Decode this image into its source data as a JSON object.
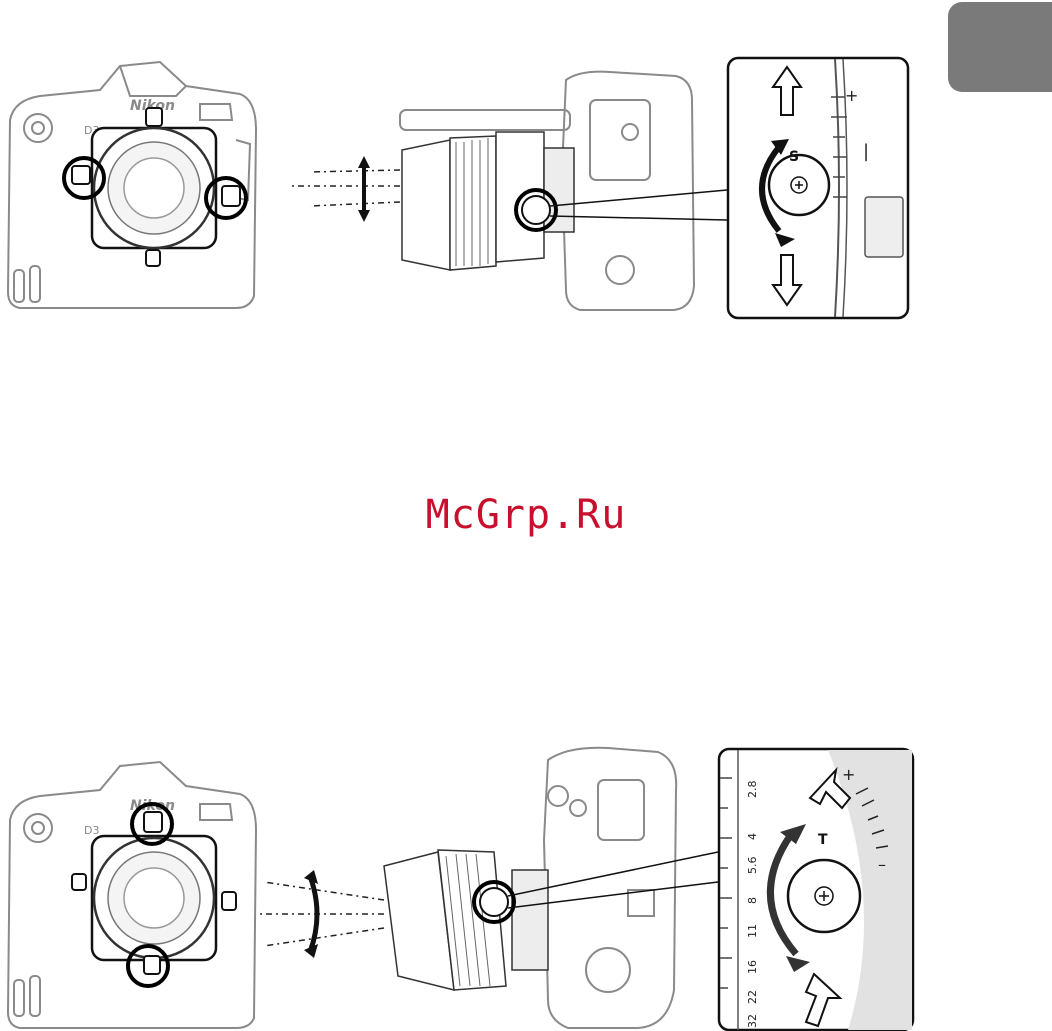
{
  "watermark": "McGrp.Ru",
  "camera": {
    "brand_label": "Nikon",
    "model_label_top": "D3",
    "model_label_bottom": "D3"
  },
  "shift_inset": {
    "knob_letter": "S",
    "plus_mark": "+",
    "minus_mark": "|"
  },
  "tilt_inset": {
    "knob_letter": "T",
    "plus_mark": "+",
    "minus_mark": "–",
    "aperture_scale": [
      "2.8",
      "4",
      "5.6",
      "8",
      "11",
      "16",
      "22",
      "32"
    ]
  },
  "colors": {
    "tab": "#7a7a7a",
    "watermark": "#c8102e",
    "line_art": "#8a8a8a",
    "dark": "#111111"
  }
}
